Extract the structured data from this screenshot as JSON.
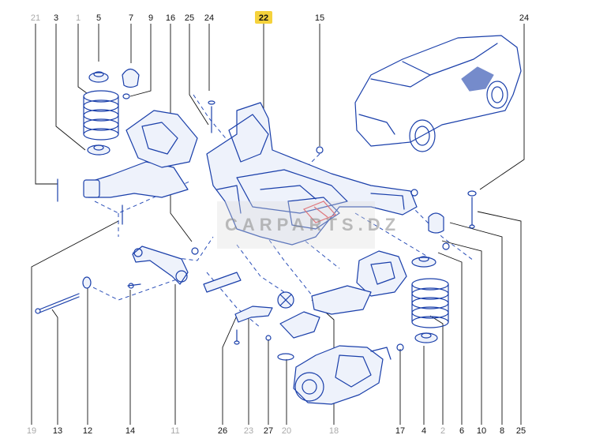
{
  "highlight_color": "#f5d23c",
  "line_color": "#1a3faa",
  "watermark": "CARPARTS.DZ",
  "labels_top": [
    {
      "text": "21",
      "muted": true
    },
    {
      "text": "3",
      "muted": false
    },
    {
      "text": "1",
      "muted": true
    },
    {
      "text": "5",
      "muted": false
    },
    {
      "text": "7",
      "muted": false
    },
    {
      "text": "9",
      "muted": false
    },
    {
      "text": "16",
      "muted": false
    },
    {
      "text": "25",
      "muted": false
    },
    {
      "text": "24",
      "muted": false
    },
    {
      "text": "22",
      "muted": false,
      "highlight": true
    },
    {
      "text": "15",
      "muted": false
    },
    {
      "text": "24",
      "muted": false
    }
  ],
  "labels_bottom": [
    {
      "text": "19",
      "muted": true
    },
    {
      "text": "13",
      "muted": false
    },
    {
      "text": "12",
      "muted": false
    },
    {
      "text": "14",
      "muted": false
    },
    {
      "text": "11",
      "muted": true
    },
    {
      "text": "26",
      "muted": false
    },
    {
      "text": "23",
      "muted": true
    },
    {
      "text": "27",
      "muted": false
    },
    {
      "text": "20",
      "muted": true
    },
    {
      "text": "18",
      "muted": true
    },
    {
      "text": "17",
      "muted": false
    },
    {
      "text": "4",
      "muted": false
    },
    {
      "text": "2",
      "muted": true
    },
    {
      "text": "6",
      "muted": false
    },
    {
      "text": "10",
      "muted": false
    },
    {
      "text": "8",
      "muted": false
    },
    {
      "text": "25",
      "muted": false
    }
  ]
}
